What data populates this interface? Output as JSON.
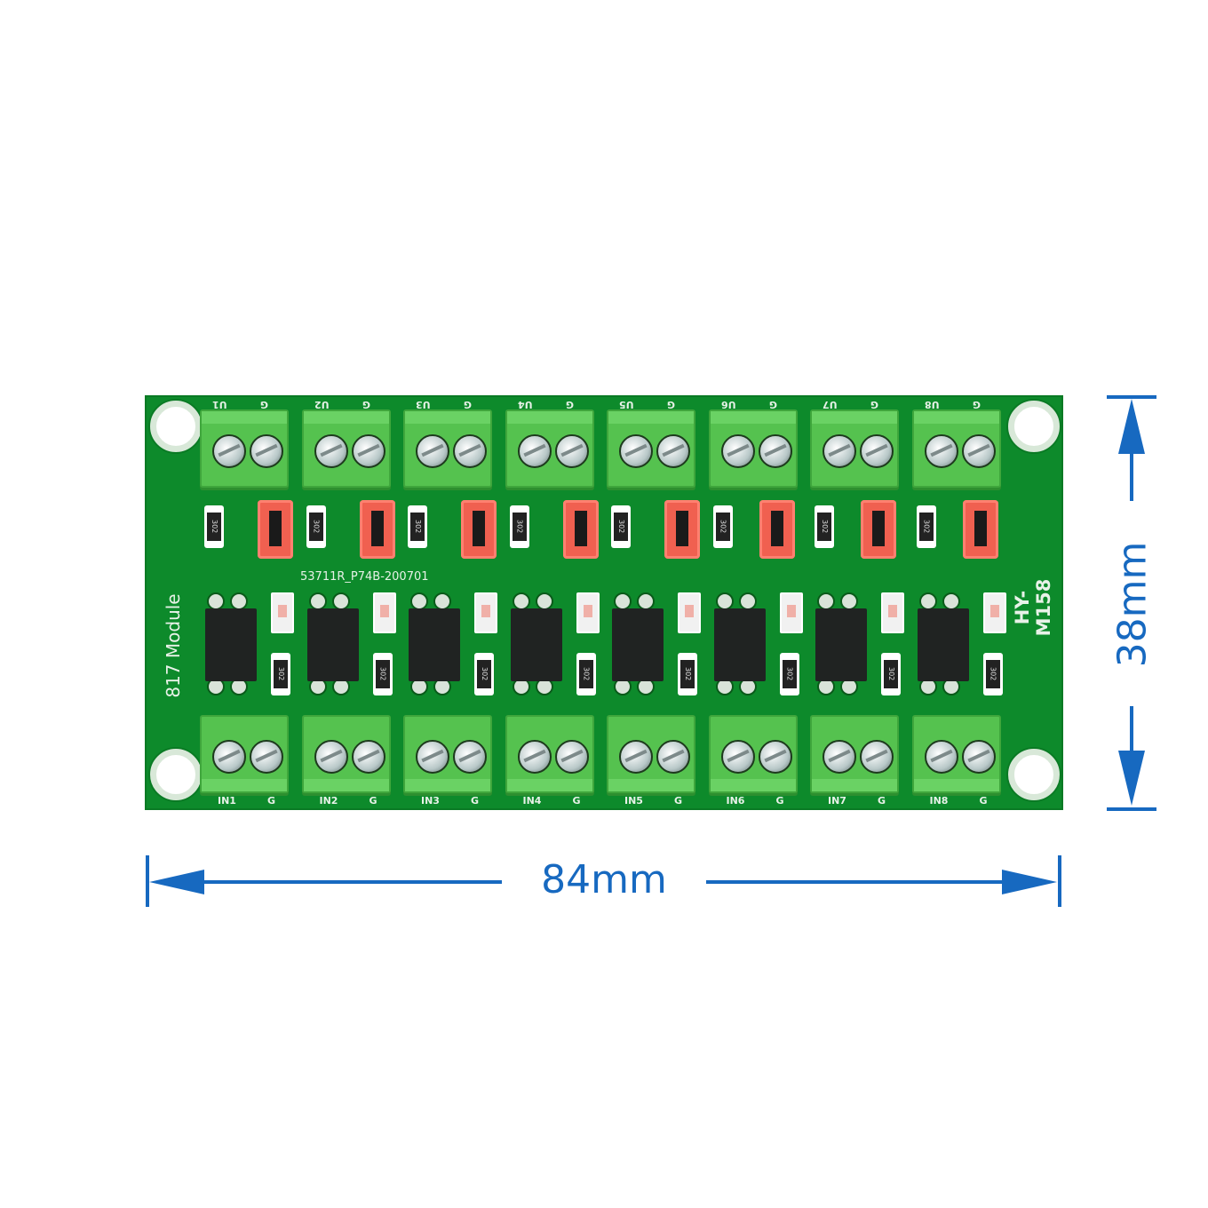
{
  "board": {
    "model": "HY-M158",
    "module_name": "817 Module",
    "pcb_code": "53711R_P74B-200701",
    "resistor_code": "302",
    "colors": {
      "board": "#0d8a2b",
      "terminal": "#55c24f",
      "jumper": "#f06050",
      "dimension": "#1769c0"
    },
    "channels": [
      {
        "out_label": "U1",
        "in_label": "IN1",
        "gnd_label": "G"
      },
      {
        "out_label": "U2",
        "in_label": "IN2",
        "gnd_label": "G"
      },
      {
        "out_label": "U3",
        "in_label": "IN3",
        "gnd_label": "G"
      },
      {
        "out_label": "U4",
        "in_label": "IN4",
        "gnd_label": "G"
      },
      {
        "out_label": "U5",
        "in_label": "IN5",
        "gnd_label": "G"
      },
      {
        "out_label": "U6",
        "in_label": "IN6",
        "gnd_label": "G"
      },
      {
        "out_label": "U7",
        "in_label": "IN7",
        "gnd_label": "G"
      },
      {
        "out_label": "U8",
        "in_label": "IN8",
        "gnd_label": "G"
      }
    ]
  },
  "dimensions": {
    "width": "84mm",
    "height": "38mm"
  }
}
